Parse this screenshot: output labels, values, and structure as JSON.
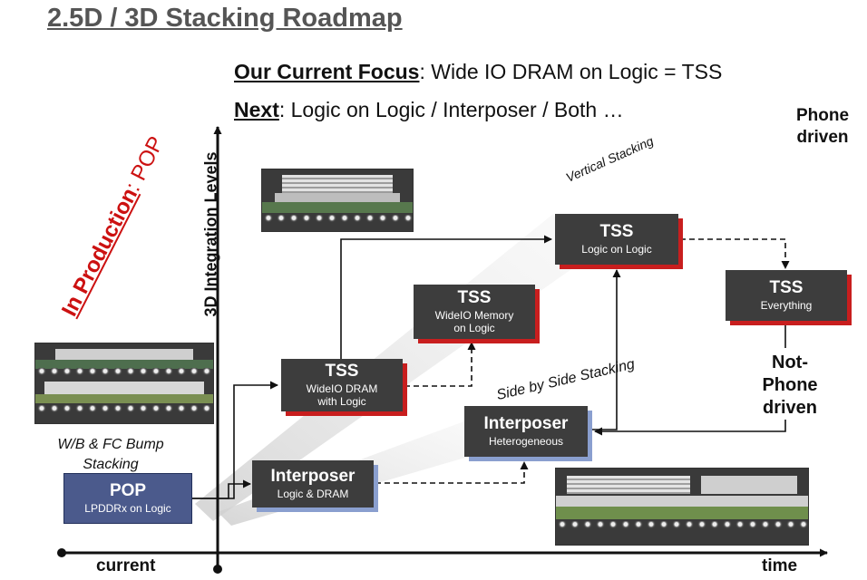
{
  "title": "2.5D / 3D Stacking Roadmap",
  "focus": {
    "label": "Our Current Focus",
    "text": ":  Wide IO DRAM on Logic = TSS"
  },
  "next": {
    "label": "Next",
    "text": ":  Logic on Logic  /  Interposer  /  Both …"
  },
  "phone_driven": [
    "Phone",
    "driven"
  ],
  "not_phone_driven": [
    "Not-Phone",
    "driven"
  ],
  "in_production": {
    "label": "In Production",
    "text": ": POP"
  },
  "y_axis_label": "3D Integration Levels",
  "vertical_stacking": "Vertical Stacking",
  "side_by_side_stacking": "Side by Side Stacking",
  "wb_fc": [
    "W/B & FC Bump",
    "Stacking"
  ],
  "x_axis": {
    "start": "current",
    "end": "time"
  },
  "boxes": {
    "pop": {
      "title": "POP",
      "sub": [
        "LPDDRx on Logic"
      ]
    },
    "interposer_logic_dram": {
      "title": "Interposer",
      "sub": [
        "Logic & DRAM"
      ]
    },
    "tss_wideio_logic": {
      "title": "TSS",
      "sub": [
        "WideIO DRAM",
        "with Logic"
      ]
    },
    "tss_wideio_memory": {
      "title": "TSS",
      "sub": [
        "WideIO Memory",
        "on Logic"
      ]
    },
    "interposer_hetero": {
      "title": "Interposer",
      "sub": [
        "Heterogeneous"
      ]
    },
    "tss_logic_on_logic": {
      "title": "TSS",
      "sub": [
        "Logic on Logic"
      ]
    },
    "tss_everything": {
      "title": "TSS",
      "sub": [
        "Everything"
      ]
    }
  },
  "colors": {
    "box": "#3d3d3d",
    "pop_box": "#4b5a8c",
    "red_shadow": "#c81e1e",
    "blue_shadow": "#8a9fcf",
    "production": "#cc1111",
    "title": "#555555"
  }
}
